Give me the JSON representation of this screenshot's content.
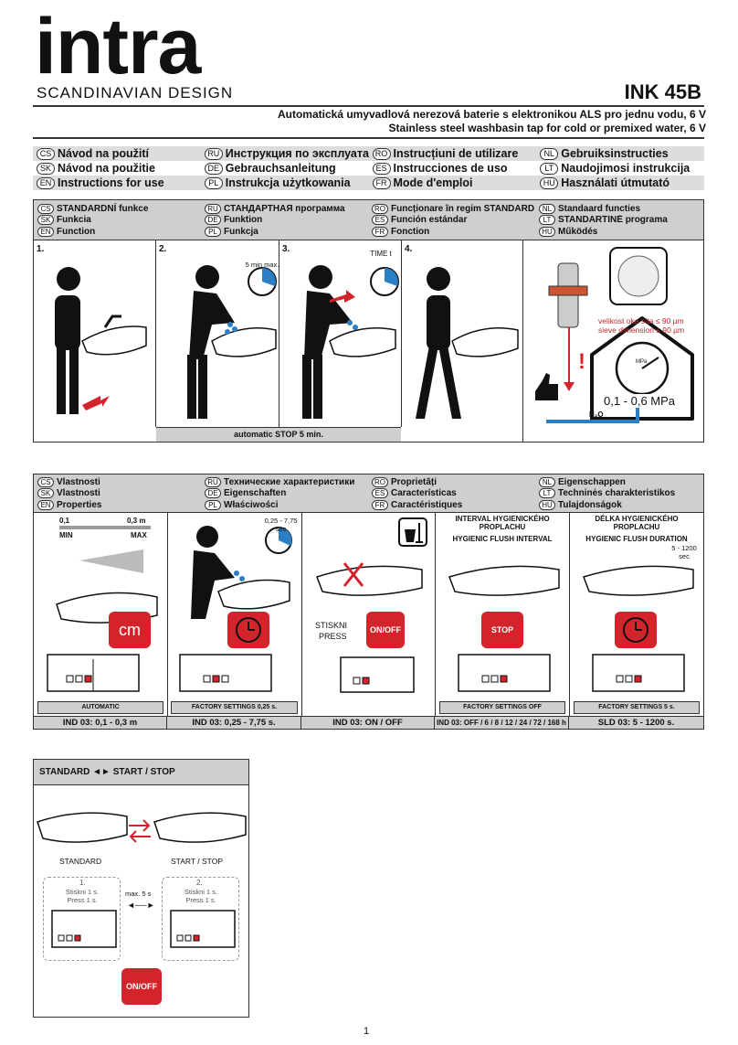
{
  "header": {
    "brand": "intra",
    "brand_sub": "SCANDINAVIAN DESIGN",
    "model": "INK 45B",
    "subtitle_cs": "Automatická umyvadlová nerezová baterie s elektronikou ALS pro jednu vodu, 6 V",
    "subtitle_en": "Stainless steel washbasin tap for cold or premixed water, 6 V"
  },
  "languages": [
    [
      {
        "code": "CS",
        "label": "Návod na použití"
      },
      {
        "code": "RU",
        "label": "Инструкция по эксплуатации"
      },
      {
        "code": "RO",
        "label": "Instrucțiuni de utilizare"
      },
      {
        "code": "NL",
        "label": "Gebruiksinstructies"
      }
    ],
    [
      {
        "code": "SK",
        "label": "Návod na použitie"
      },
      {
        "code": "DE",
        "label": "Gebrauchsanleitung"
      },
      {
        "code": "ES",
        "label": "Instrucciones de uso"
      },
      {
        "code": "LT",
        "label": "Naudojimosi instrukcija"
      }
    ],
    [
      {
        "code": "EN",
        "label": "Instructions for use"
      },
      {
        "code": "PL",
        "label": "Instrukcja użytkowania"
      },
      {
        "code": "FR",
        "label": "Mode d'emploi"
      },
      {
        "code": "HU",
        "label": "Használati útmutató"
      }
    ]
  ],
  "functions": [
    [
      {
        "code": "CS",
        "label": "STANDARDNÍ funkce"
      },
      {
        "code": "RU",
        "label": "СТАНДАРТНАЯ программа"
      },
      {
        "code": "RO",
        "label": "Funcționare în regim STANDARD"
      },
      {
        "code": "NL",
        "label": "Standaard functies"
      }
    ],
    [
      {
        "code": "SK",
        "label": "Funkcia"
      },
      {
        "code": "DE",
        "label": "Funktion"
      },
      {
        "code": "ES",
        "label": "Función estándar"
      },
      {
        "code": "LT",
        "label": "STANDARTINĖ programa"
      }
    ],
    [
      {
        "code": "EN",
        "label": "Function"
      },
      {
        "code": "PL",
        "label": "Funkcja"
      },
      {
        "code": "FR",
        "label": "Fonction"
      },
      {
        "code": "HU",
        "label": "Működés"
      }
    ]
  ],
  "steps": {
    "s1": "1.",
    "s2": "2.",
    "s3": "3.",
    "s4": "4.",
    "timer1": "5 min max.",
    "timer2": "TIME t",
    "stop_caption": "automatic STOP 5 min.",
    "sieve_cs": "velikost oka síta ≤ 90 µm",
    "sieve_en": "sieve dimension ≤ 90 µm",
    "pressure": "0,1 - 0,6 MPa",
    "mpa": "MPa",
    "water": "H₂O"
  },
  "properties": [
    [
      {
        "code": "CS",
        "label": "Vlastnosti"
      },
      {
        "code": "RU",
        "label": "Технические характеристики"
      },
      {
        "code": "RO",
        "label": "Proprietăți"
      },
      {
        "code": "NL",
        "label": "Eigenschappen"
      }
    ],
    [
      {
        "code": "SK",
        "label": "Vlastnosti"
      },
      {
        "code": "DE",
        "label": "Eigenschaften"
      },
      {
        "code": "ES",
        "label": "Características"
      },
      {
        "code": "LT",
        "label": "Techninės charakteristikos"
      }
    ],
    [
      {
        "code": "EN",
        "label": "Properties"
      },
      {
        "code": "PL",
        "label": "Właściwości"
      },
      {
        "code": "FR",
        "label": "Caractéristiques"
      },
      {
        "code": "HU",
        "label": "Tulajdonságok"
      }
    ]
  ],
  "props": {
    "range_min_val": "0,1",
    "range_max_val": "0,3 m",
    "range_min": "MIN",
    "range_max": "MAX",
    "cm": "cm",
    "flush_timer": "0,25 - 7,75 sec",
    "stiskni": "STISKNI",
    "press": "PRESS",
    "onoff": "ON/OFF",
    "interval_cs": "INTERVAL HYGIENICKÉHO PROPLACHU",
    "interval_en": "HYGIENIC FLUSH INTERVAL",
    "stop": "STOP",
    "duration_cs": "DÉLKA HYGIENICKÉHO PROPLACHU",
    "duration_en": "HYGIENIC FLUSH DURATION",
    "duration_timer": "5 - 1200 sec",
    "cap1": "AUTOMATIC",
    "cap2": "FACTORY SETTINGS 0,25 s.",
    "cap4": "FACTORY SETTINGS OFF",
    "cap5": "FACTORY SETTINGS 5 s.",
    "ind1": "IND 03: 0,1 - 0,3 m",
    "ind2": "IND 03: 0,25 - 7,75 s.",
    "ind3": "IND 03: ON / OFF",
    "ind4": "IND 03: OFF / 6 / 8 / 12 / 24 / 72 / 168 h",
    "ind5": "SLD 03:  5 - 1200 s."
  },
  "standard": {
    "title": "STANDARD ◄► START / STOP",
    "left_label": "STANDARD",
    "right_label": "START / STOP",
    "n1": "1.",
    "n2": "2.",
    "press_cs": "Stiskni 1 s.",
    "press_en": "Press 1 s.",
    "max": "max. 5 s",
    "onoff": "ON/OFF"
  },
  "page_number": "1",
  "colors": {
    "red": "#d4242b",
    "blue": "#2b7fc4",
    "gray": "#cfcfcf"
  }
}
